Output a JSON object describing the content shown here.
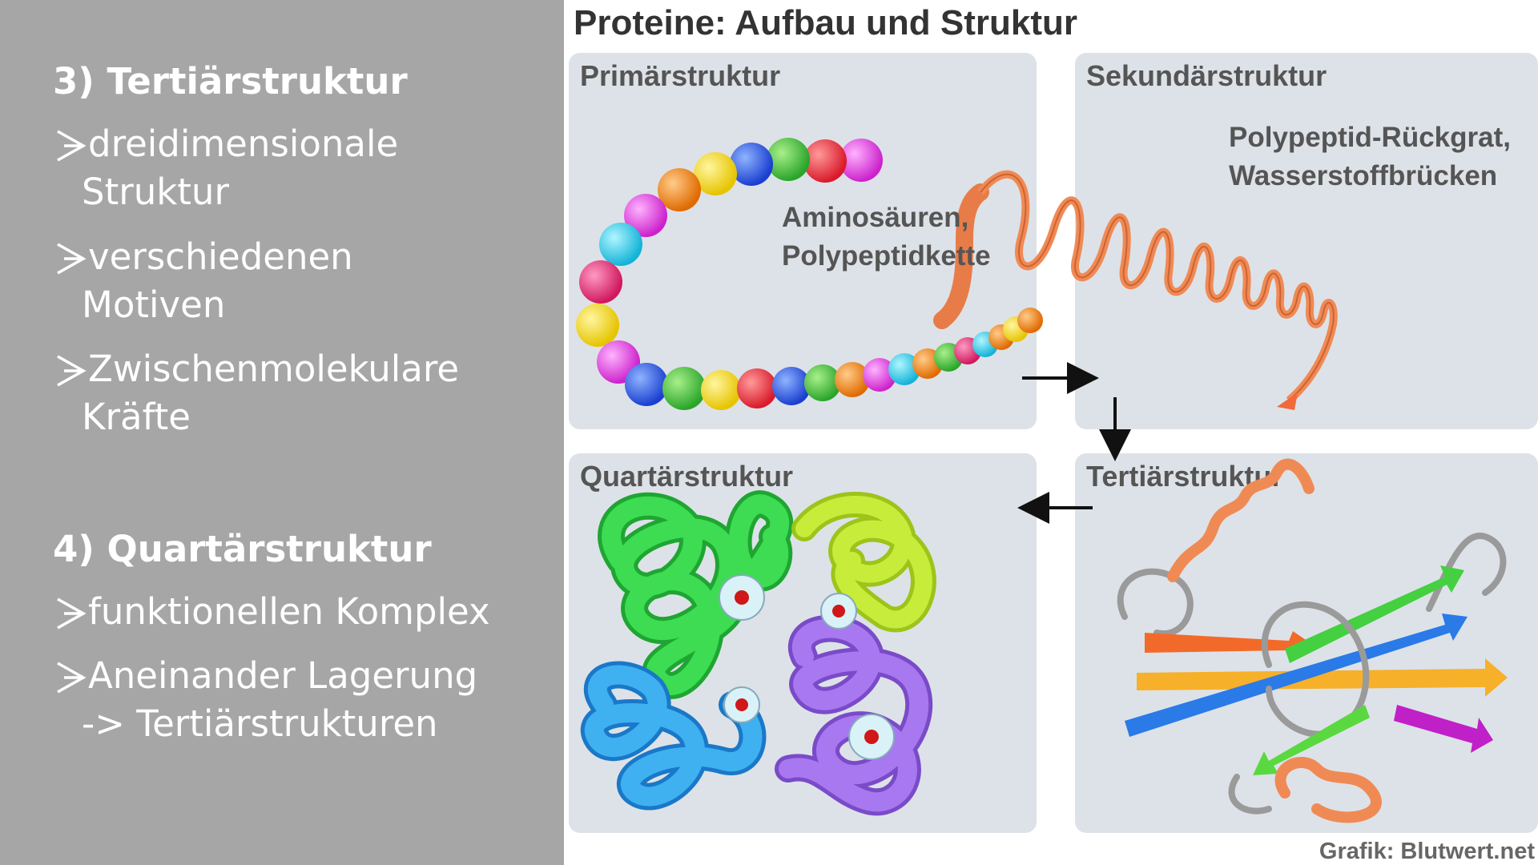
{
  "left": {
    "section3": {
      "heading": "3) Tertiärstruktur",
      "bullets": [
        {
          "line1": "dreidimensionale",
          "line2": "Struktur"
        },
        {
          "line1": "verschiedenen",
          "line2": "Motiven"
        },
        {
          "line1": "Zwischenmolekulare",
          "line2": "Kräfte"
        }
      ]
    },
    "section4": {
      "heading": "4) Quartärstruktur",
      "bullets": [
        {
          "line1": "funktionellen Komplex",
          "line2": ""
        },
        {
          "line1": "Aneinander Lagerung",
          "line2": "-> Tertiärstrukturen"
        }
      ]
    },
    "bullet_icon": "arrowhead-bullet-icon"
  },
  "diagram": {
    "title": "Proteine: Aufbau und Struktur",
    "panels": {
      "primary": {
        "title": "Primärstruktur",
        "note_line1": "Aminosäuren,",
        "note_line2": "Polypeptidkette"
      },
      "secondary": {
        "title": "Sekundärstruktur",
        "note_line1": "Polypeptid-Rückgrat,",
        "note_line2": "Wasserstoffbrücken"
      },
      "quaternary": {
        "title": "Quartärstruktur"
      },
      "tertiary": {
        "title": "Tertiärstruktur"
      }
    },
    "credit": "Grafik: Blutwert.net",
    "colors": {
      "left_bg": "#a6a6a6",
      "panel_bg": "#dde2e8",
      "helix": "#f08a55",
      "green_chain": "#22c23a",
      "yellow_chain": "#b8e02a",
      "blue_chain": "#2a9be0",
      "purple_chain": "#a36ee8"
    }
  }
}
